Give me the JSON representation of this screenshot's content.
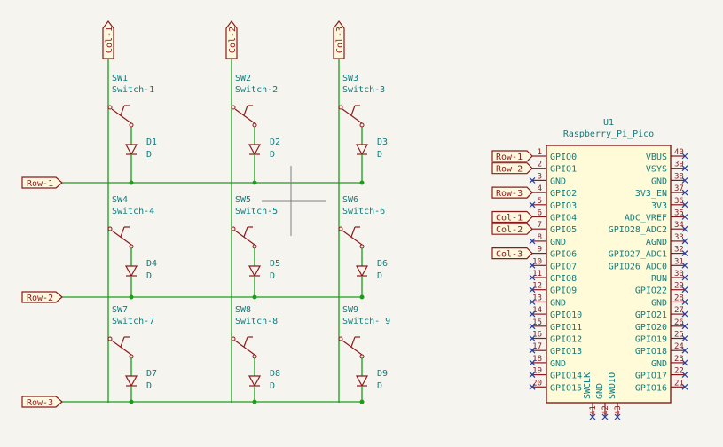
{
  "row_labels": [
    "Row-1",
    "Row-2",
    "Row-3"
  ],
  "col_labels": [
    "Col-1",
    "Col-2",
    "Col-3"
  ],
  "switches": [
    {
      "ref": "SW1",
      "value": "Switch-1"
    },
    {
      "ref": "SW2",
      "value": "Switch-2"
    },
    {
      "ref": "SW3",
      "value": "Switch-3"
    },
    {
      "ref": "SW4",
      "value": "Switch-4"
    },
    {
      "ref": "SW5",
      "value": "Switch-5"
    },
    {
      "ref": "SW6",
      "value": "Switch-6"
    },
    {
      "ref": "SW7",
      "value": "Switch-7"
    },
    {
      "ref": "SW8",
      "value": "Switch-8"
    },
    {
      "ref": "SW9",
      "value": "Switch- 9"
    }
  ],
  "diodes": [
    {
      "ref": "D1",
      "value": "D"
    },
    {
      "ref": "D2",
      "value": "D"
    },
    {
      "ref": "D3",
      "value": "D"
    },
    {
      "ref": "D4",
      "value": "D"
    },
    {
      "ref": "D5",
      "value": "D"
    },
    {
      "ref": "D6",
      "value": "D"
    },
    {
      "ref": "D7",
      "value": "D"
    },
    {
      "ref": "D8",
      "value": "D"
    },
    {
      "ref": "D9",
      "value": "D"
    }
  ],
  "pico": {
    "ref": "U1",
    "value": "Raspberry_Pi_Pico",
    "left_pins": [
      {
        "num": "1",
        "name": "GPIO0",
        "label": "Row-1"
      },
      {
        "num": "2",
        "name": "GPIO1",
        "label": "Row-2"
      },
      {
        "num": "3",
        "name": "GND",
        "label": ""
      },
      {
        "num": "4",
        "name": "GPIO2",
        "label": "Row-3"
      },
      {
        "num": "5",
        "name": "GPIO3",
        "label": ""
      },
      {
        "num": "6",
        "name": "GPIO4",
        "label": "Col-1"
      },
      {
        "num": "7",
        "name": "GPIO5",
        "label": "Col-2"
      },
      {
        "num": "8",
        "name": "GND",
        "label": ""
      },
      {
        "num": "9",
        "name": "GPIO6",
        "label": "Col-3"
      },
      {
        "num": "10",
        "name": "GPIO7",
        "label": ""
      },
      {
        "num": "11",
        "name": "GPIO8",
        "label": ""
      },
      {
        "num": "12",
        "name": "GPIO9",
        "label": ""
      },
      {
        "num": "13",
        "name": "GND",
        "label": ""
      },
      {
        "num": "14",
        "name": "GPIO10",
        "label": ""
      },
      {
        "num": "15",
        "name": "GPIO11",
        "label": ""
      },
      {
        "num": "16",
        "name": "GPIO12",
        "label": ""
      },
      {
        "num": "17",
        "name": "GPIO13",
        "label": ""
      },
      {
        "num": "18",
        "name": "GND",
        "label": ""
      },
      {
        "num": "19",
        "name": "GPIO14",
        "label": ""
      },
      {
        "num": "20",
        "name": "GPIO15",
        "label": ""
      }
    ],
    "right_pins": [
      {
        "num": "40",
        "name": "VBUS"
      },
      {
        "num": "39",
        "name": "VSYS"
      },
      {
        "num": "38",
        "name": "GND"
      },
      {
        "num": "37",
        "name": "3V3_EN"
      },
      {
        "num": "36",
        "name": "3V3"
      },
      {
        "num": "35",
        "name": "ADC_VREF"
      },
      {
        "num": "34",
        "name": "GPIO28_ADC2"
      },
      {
        "num": "33",
        "name": "AGND"
      },
      {
        "num": "32",
        "name": "GPIO27_ADC1"
      },
      {
        "num": "31",
        "name": "GPIO26_ADC0"
      },
      {
        "num": "30",
        "name": "RUN"
      },
      {
        "num": "29",
        "name": "GPIO22"
      },
      {
        "num": "28",
        "name": "GND"
      },
      {
        "num": "27",
        "name": "GPIO21"
      },
      {
        "num": "26",
        "name": "GPIO20"
      },
      {
        "num": "25",
        "name": "GPIO19"
      },
      {
        "num": "24",
        "name": "GPIO18"
      },
      {
        "num": "23",
        "name": "GND"
      },
      {
        "num": "22",
        "name": "GPIO17"
      },
      {
        "num": "21",
        "name": "GPIO16"
      }
    ],
    "bottom_pins": [
      {
        "num": "41",
        "name": "SWCLK"
      },
      {
        "num": "42",
        "name": "GND"
      },
      {
        "num": "43",
        "name": "SWDIO"
      }
    ]
  },
  "colors": {
    "background": "#f5f4ef",
    "wire": "#1a9e1a",
    "symbol": "#8b1a1a",
    "text": "#0f7c7c",
    "label_fill": "#fff8e0",
    "body_fill": "#fffbd9",
    "noconnect": "#2a3fa0",
    "cursor": "#808080"
  }
}
